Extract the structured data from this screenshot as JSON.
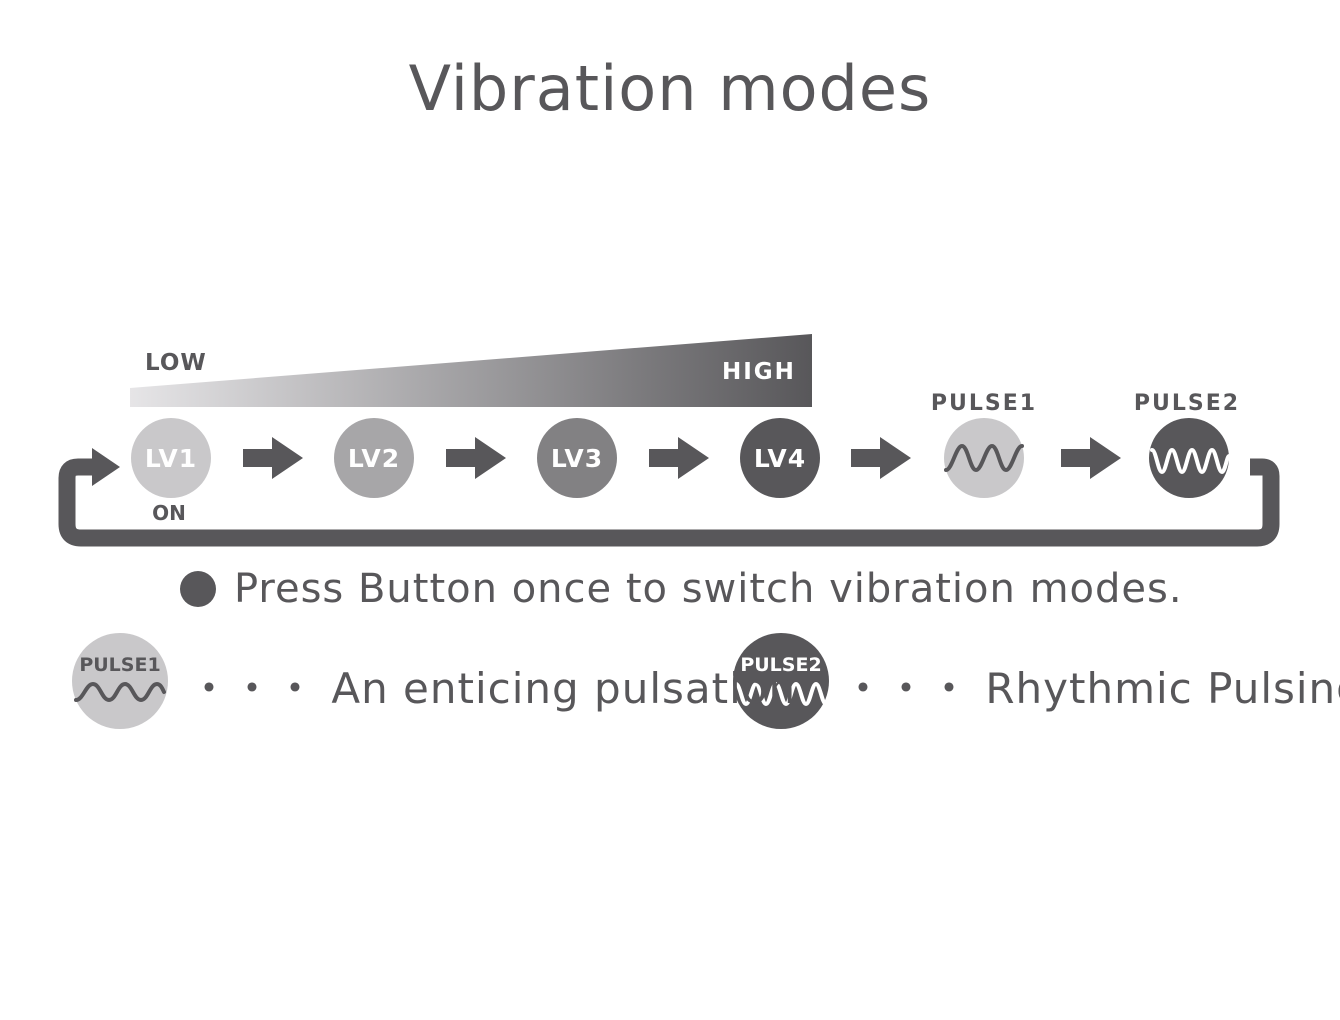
{
  "title": "Vibration modes",
  "scale": {
    "low_label": "LOW",
    "high_label": "HIGH"
  },
  "modes": [
    {
      "label": "LV1",
      "color": "#c9c8ca",
      "text_color": "#ffffff"
    },
    {
      "label": "LV2",
      "color": "#a7a6a8",
      "text_color": "#ffffff"
    },
    {
      "label": "LV3",
      "color": "#828183",
      "text_color": "#ffffff"
    },
    {
      "label": "LV4",
      "color": "#58575a",
      "text_color": "#ffffff"
    },
    {
      "label": "PULSE1",
      "color": "#c9c8ca",
      "wave": "pulse1"
    },
    {
      "label": "PULSE2",
      "color": "#58575a",
      "wave": "pulse2"
    }
  ],
  "start_label": "ON",
  "instruction": "Press Button once to switch vibration modes.",
  "legend": [
    {
      "label": "PULSE1",
      "text": "・・・ An enticing pulsation",
      "color": "#c9c8ca",
      "label_color": "#58575a",
      "wave_color": "#58575a"
    },
    {
      "label": "PULSE2",
      "text": "・・・ Rhythmic Pulsing",
      "color": "#58575a",
      "label_color": "#ffffff",
      "wave_color": "#ffffff"
    }
  ],
  "colors": {
    "primary": "#58575a",
    "light": "#c9c8ca"
  }
}
